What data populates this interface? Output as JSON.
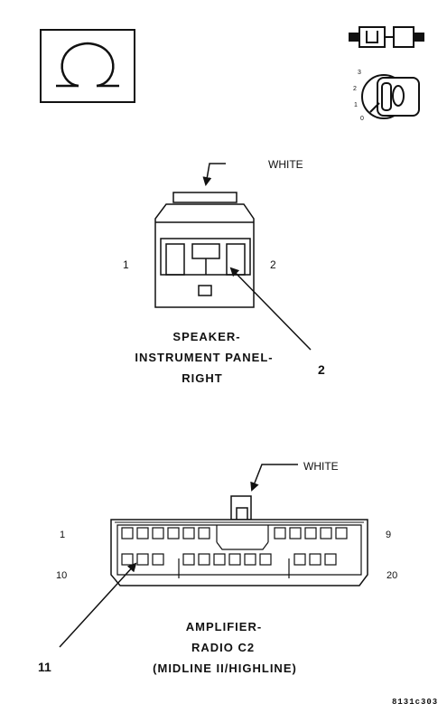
{
  "ohm_symbol": "Ω",
  "ignition_positions": [
    "3",
    "2",
    "1",
    "0"
  ],
  "connector1": {
    "color_label": "WHITE",
    "pin_left": "1",
    "pin_right": "2",
    "callout": "2",
    "title_lines": [
      "SPEAKER-",
      "INSTRUMENT PANEL-",
      "RIGHT"
    ]
  },
  "connector2": {
    "color_label": "WHITE",
    "pin_top_left": "1",
    "pin_top_right": "9",
    "pin_bottom_left": "10",
    "pin_bottom_right": "20",
    "callout": "11",
    "title_lines": [
      "AMPLIFIER-",
      "RADIO C2",
      "(MIDLINE II/HIGHLINE)"
    ]
  },
  "figure_code": "8131c303"
}
